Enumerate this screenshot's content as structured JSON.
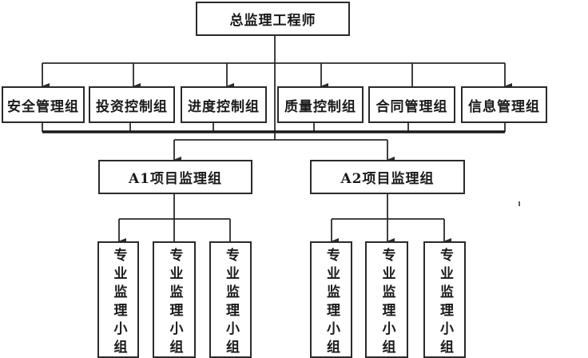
{
  "diagram": {
    "type": "org-chart",
    "root": {
      "label": "总监理工程师"
    },
    "functional_groups": [
      {
        "label": "安全管理组"
      },
      {
        "label": "投资控制组"
      },
      {
        "label": "进度控制组"
      },
      {
        "label": "质量控制组"
      },
      {
        "label": "合同管理组"
      },
      {
        "label": "信息管理组"
      }
    ],
    "project_groups": [
      {
        "label": "A1项目监理组",
        "subgroups": [
          {
            "label": "专业监理小组",
            "chars": [
              "专",
              "业",
              "监",
              "理",
              "小",
              "组"
            ]
          },
          {
            "label": "专业监理小组",
            "chars": [
              "专",
              "业",
              "监",
              "理",
              "小",
              "组"
            ]
          },
          {
            "label": "专业监理小组",
            "chars": [
              "专",
              "业",
              "监",
              "理",
              "小",
              "组"
            ]
          }
        ]
      },
      {
        "label": "A2项目监理组",
        "subgroups": [
          {
            "label": "专业监理小组",
            "chars": [
              "专",
              "业",
              "监",
              "理",
              "小",
              "组"
            ]
          },
          {
            "label": "专业监理小组",
            "chars": [
              "专",
              "业",
              "监",
              "理",
              "小",
              "组"
            ]
          },
          {
            "label": "专业监理小组",
            "chars": [
              "专",
              "业",
              "监",
              "理",
              "小",
              "组"
            ]
          }
        ]
      }
    ],
    "colors": {
      "line": "#2a2a2a",
      "background": "#ffffff"
    }
  }
}
